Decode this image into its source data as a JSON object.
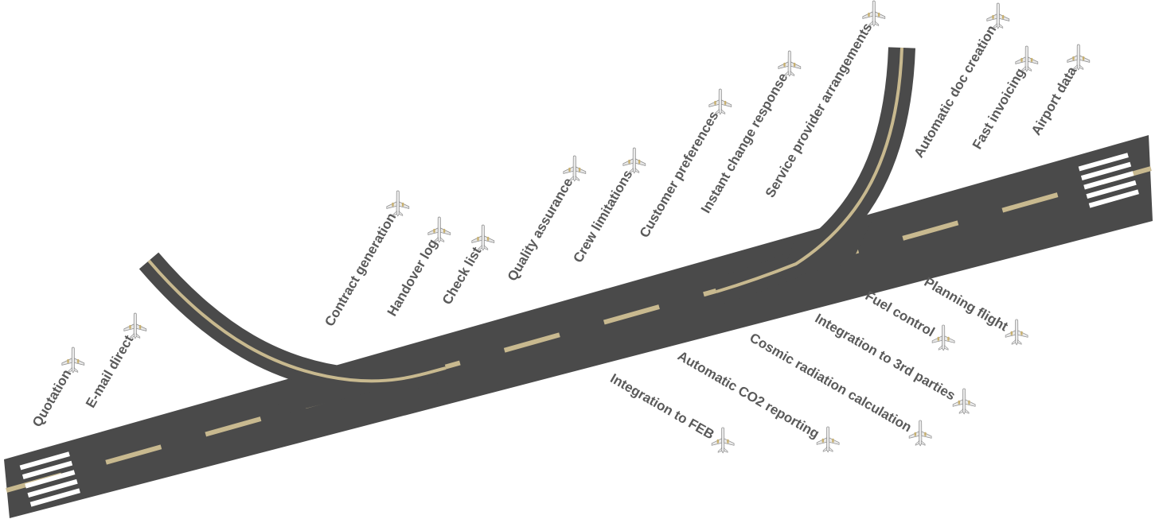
{
  "colors": {
    "asphalt": "#4a4a4a",
    "centerline": "#c8b98f",
    "threshold": "#ffffff",
    "label": "#5a5a5a",
    "plane_body": "#e9e9e9",
    "plane_accent": "#c8b070"
  },
  "labels_upper": [
    {
      "id": "quotation",
      "text": "Quotation"
    },
    {
      "id": "email-direct",
      "text": "E-mail direct"
    },
    {
      "id": "contract-generation",
      "text": "Contract generation"
    },
    {
      "id": "handover-log",
      "text": "Handover log"
    },
    {
      "id": "check-list",
      "text": "Check list"
    },
    {
      "id": "quality-assurance",
      "text": "Quality assurance"
    },
    {
      "id": "crew-limitations",
      "text": "Crew limitations"
    },
    {
      "id": "customer-preferences",
      "text": "Customer preferences"
    },
    {
      "id": "instant-change-response",
      "text": "Instant change response"
    },
    {
      "id": "service-provider-arrangements",
      "text": "Service provider arrangements"
    },
    {
      "id": "automatic-doc-creation",
      "text": "Automatic doc creation"
    },
    {
      "id": "fast-invoicing",
      "text": "Fast invoicing"
    },
    {
      "id": "airport-data",
      "text": "Airport data"
    }
  ],
  "labels_lower": [
    {
      "id": "planning-flight",
      "text": "Planning flight"
    },
    {
      "id": "fuel-control",
      "text": "Fuel control"
    },
    {
      "id": "integration-3rd-parties",
      "text": "Integration to 3rd parties"
    },
    {
      "id": "cosmic-radiation",
      "text": "Cosmic radiation calculation"
    },
    {
      "id": "co2-reporting",
      "text": "Automatic CO2 reporting"
    },
    {
      "id": "integration-feb",
      "text": "Integration to FEB"
    }
  ]
}
